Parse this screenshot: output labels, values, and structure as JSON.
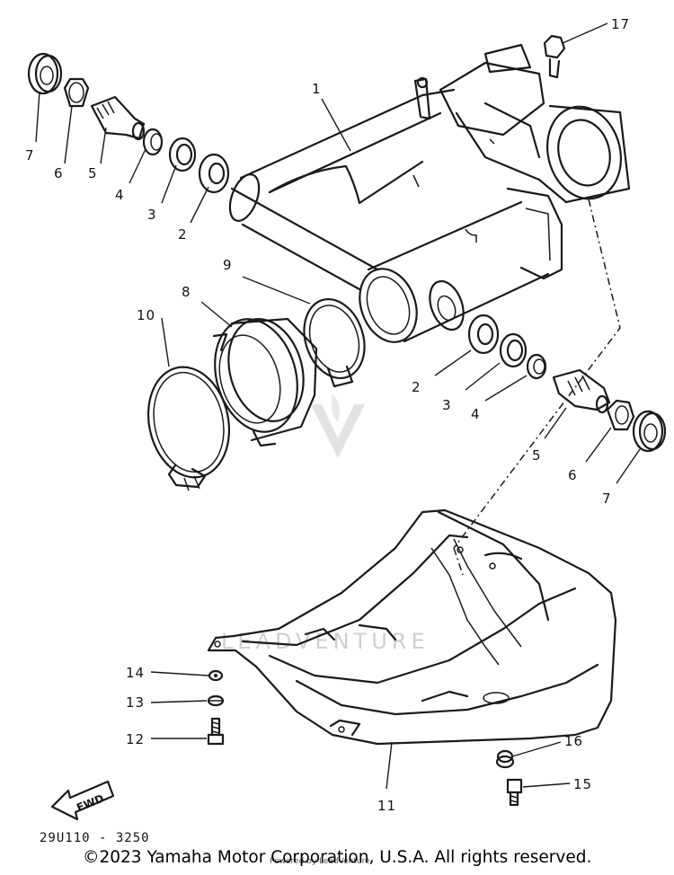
{
  "callouts": [
    {
      "id": "p1",
      "label": "1"
    },
    {
      "id": "p2a",
      "label": "2"
    },
    {
      "id": "p3a",
      "label": "3"
    },
    {
      "id": "p4a",
      "label": "4"
    },
    {
      "id": "p5a",
      "label": "5"
    },
    {
      "id": "p6a",
      "label": "6"
    },
    {
      "id": "p7a",
      "label": "7"
    },
    {
      "id": "p2b",
      "label": "2"
    },
    {
      "id": "p3b",
      "label": "3"
    },
    {
      "id": "p4b",
      "label": "4"
    },
    {
      "id": "p5b",
      "label": "5"
    },
    {
      "id": "p6b",
      "label": "6"
    },
    {
      "id": "p7b",
      "label": "7"
    },
    {
      "id": "p8",
      "label": "8"
    },
    {
      "id": "p9",
      "label": "9"
    },
    {
      "id": "p10",
      "label": "10"
    },
    {
      "id": "p11",
      "label": "11"
    },
    {
      "id": "p12",
      "label": "12"
    },
    {
      "id": "p13",
      "label": "13"
    },
    {
      "id": "p14",
      "label": "14"
    },
    {
      "id": "p15",
      "label": "15"
    },
    {
      "id": "p16",
      "label": "16"
    },
    {
      "id": "p17",
      "label": "17"
    }
  ],
  "fwd_label": "FWD",
  "drawing_code": "29U110 - 3250",
  "watermark": "LEADVENTURE",
  "copyright": "©2023 Yamaha Motor Corporation, U.S.A. All rights reserved.",
  "provider": "Powered by LeadVenture",
  "colors": {
    "line": "#1a1a1a",
    "watermark": "#cfcfcf",
    "background": "#ffffff"
  }
}
